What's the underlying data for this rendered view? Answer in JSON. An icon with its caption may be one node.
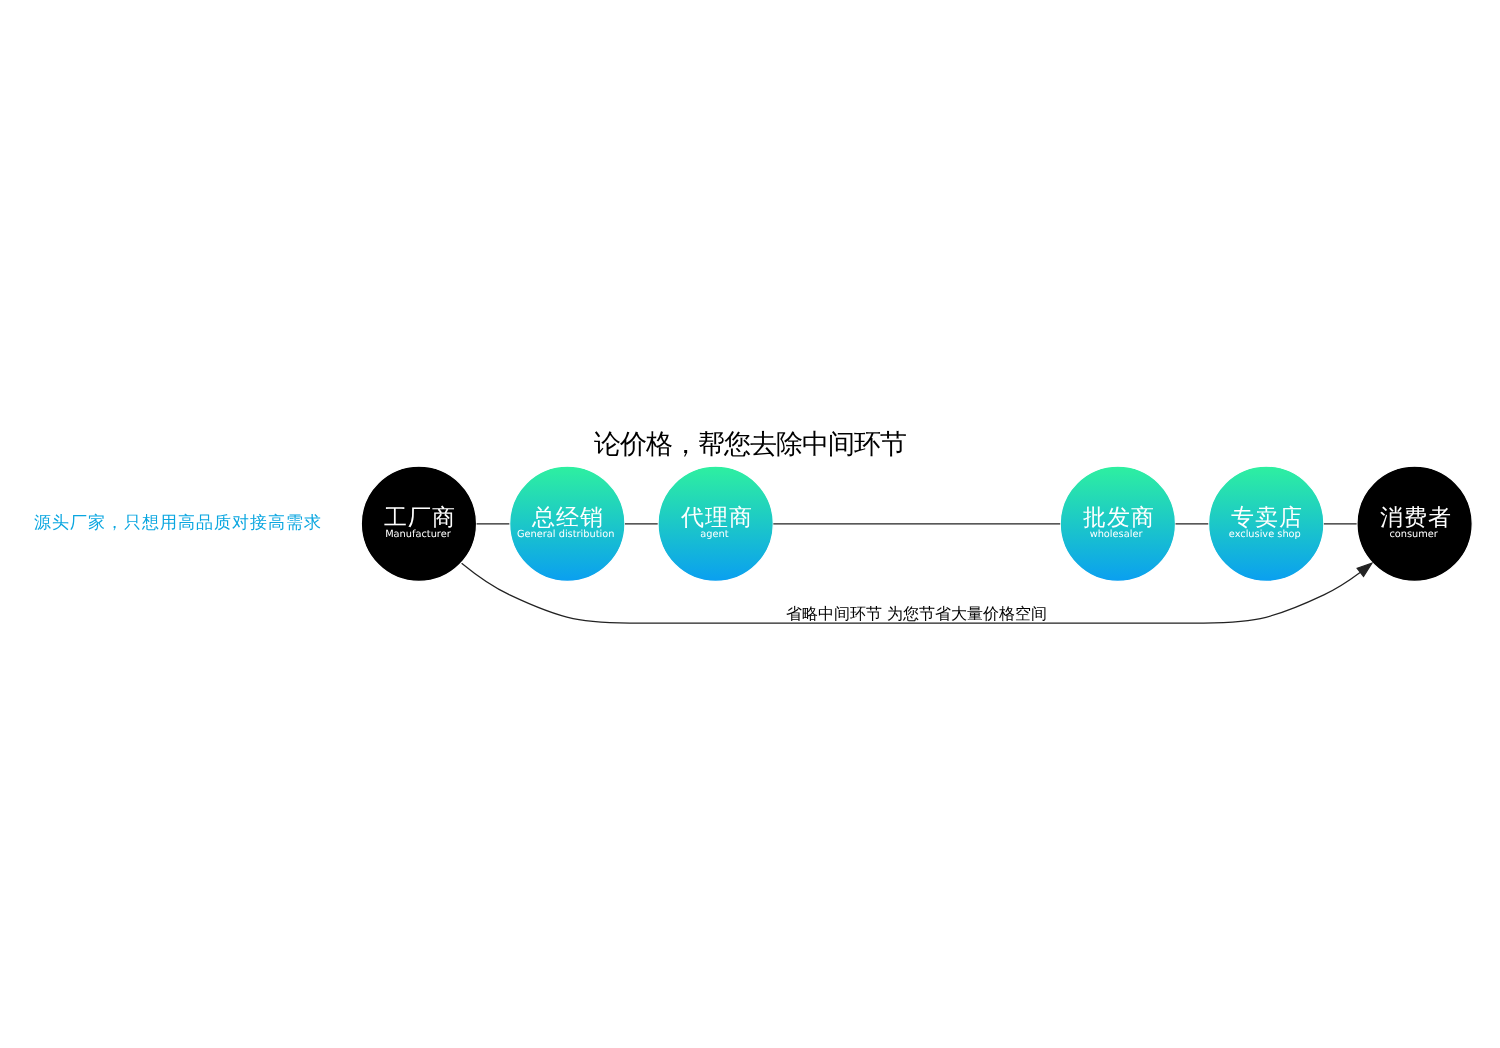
{
  "diagram": {
    "title": "论价格，帮您去除中间环节",
    "nodes": [
      {
        "text": [
          "工厂商",
          "Manufacturer"
        ]
      },
      {
        "text": [
          "总经销",
          "General distribution"
        ]
      },
      {
        "text": [
          "代理商",
          "agent"
        ]
      },
      {
        "text": [
          "批发商",
          "wholesaler"
        ]
      },
      {
        "text": [
          "专卖店",
          "exclusive shop"
        ]
      },
      {
        "text": [
          "消费者",
          "consumer"
        ]
      }
    ],
    "edges": [
      {
        "from": 0,
        "to": 1,
        "arrow": "none"
      },
      {
        "from": 1,
        "to": 2,
        "arrow": "none"
      },
      {
        "from": 2,
        "to": 3,
        "arrow": "none"
      },
      {
        "from": 3,
        "to": 4,
        "arrow": "none"
      },
      {
        "from": 4,
        "to": 5,
        "arrow": "none"
      },
      {
        "from": 0,
        "to": 5,
        "arrow": "to",
        "label": "省略中间环节 为您节省大量价格空间"
      }
    ],
    "labels": [
      "源头厂家，只想用高品质对接高需求"
    ]
  }
}
